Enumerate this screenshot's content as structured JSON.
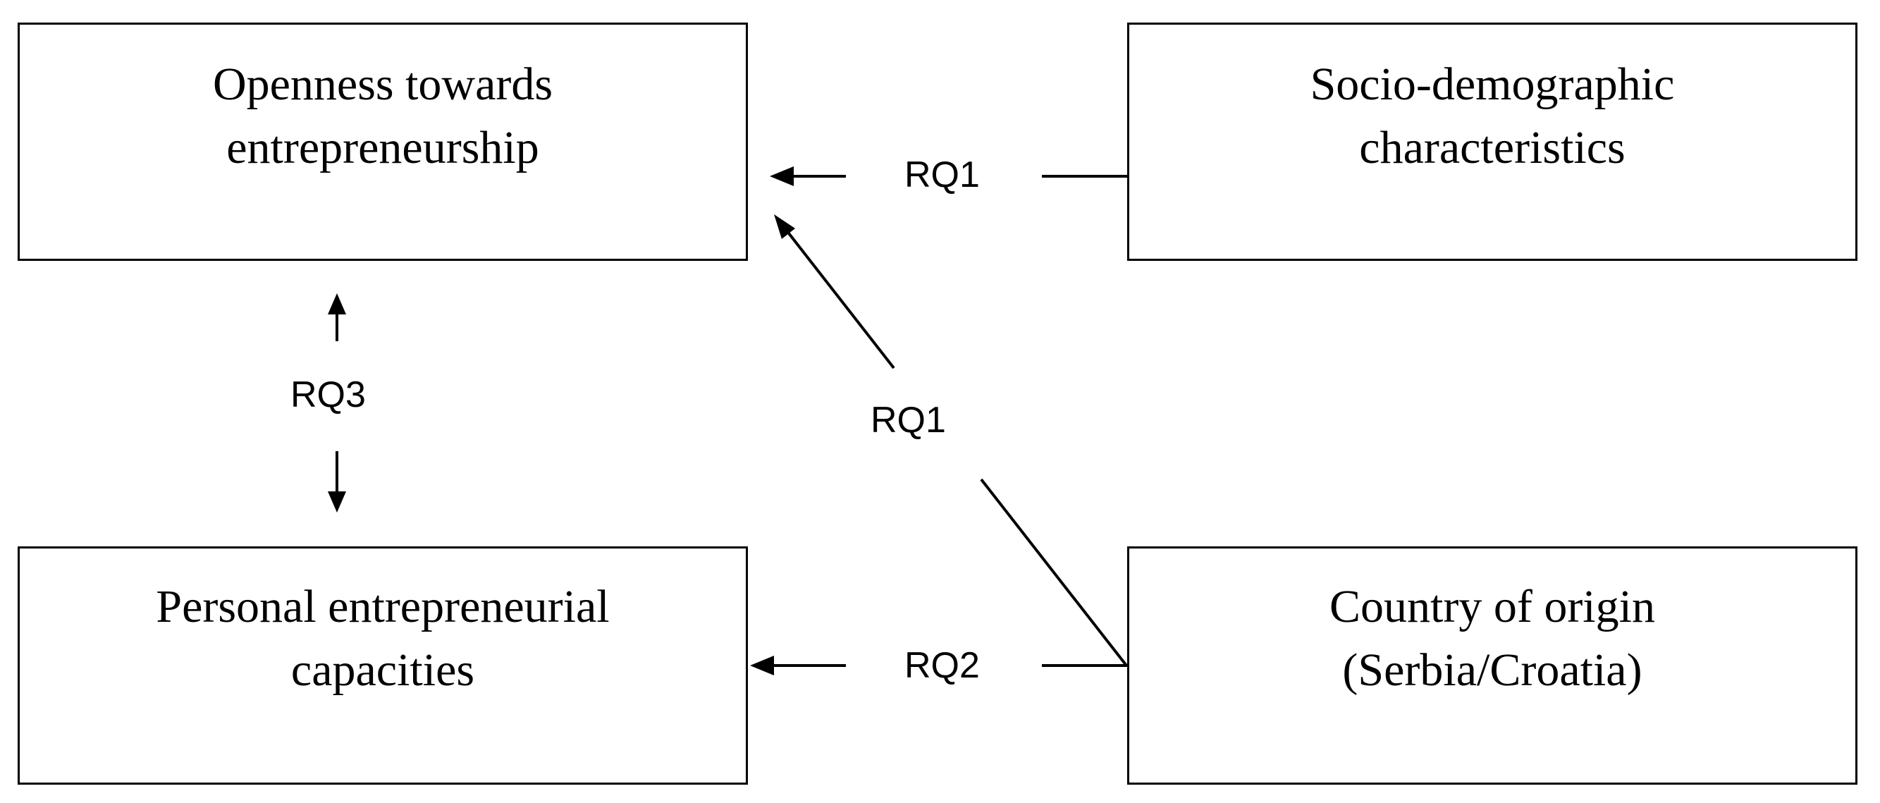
{
  "nodes": {
    "openness": {
      "lines": [
        "Openness towards",
        "entrepreneurship"
      ]
    },
    "socio": {
      "lines": [
        "Socio-demographic",
        "characteristics"
      ]
    },
    "personal": {
      "lines": [
        "Personal entrepreneurial",
        "capacities"
      ]
    },
    "country": {
      "lines": [
        "Country of origin",
        "(Serbia/Croatia)"
      ]
    }
  },
  "edges": {
    "rq1_top": {
      "label": "RQ1",
      "from": "socio",
      "to": "openness"
    },
    "rq1_diag": {
      "label": "RQ1",
      "from": "country",
      "to": "openness"
    },
    "rq2": {
      "label": "RQ2",
      "from": "country",
      "to": "personal"
    },
    "rq3": {
      "label": "RQ3",
      "from": "openness",
      "to": "personal",
      "bidirectional": true
    }
  },
  "colors": {
    "line": "#000000",
    "background": "#ffffff",
    "text": "#000000"
  }
}
